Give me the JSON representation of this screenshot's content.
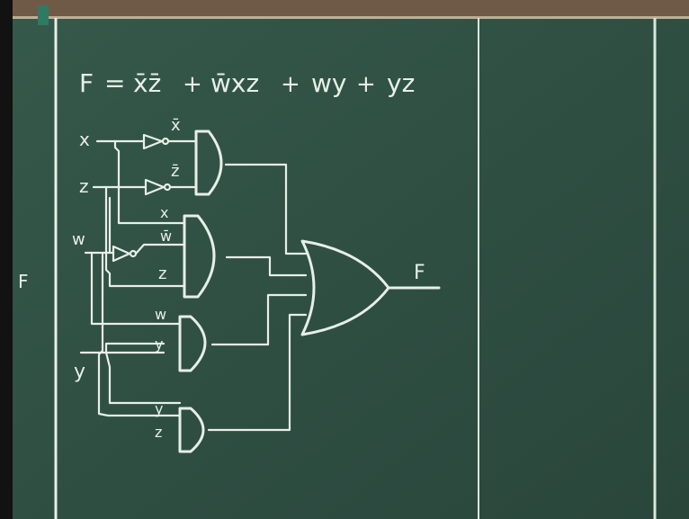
{
  "equation": {
    "lhs": "F",
    "equals": "=",
    "terms": [
      "x̄z̄",
      "w̄xz",
      "wy",
      "yz"
    ],
    "plus": "+"
  },
  "inputs": {
    "x": "x",
    "z": "z",
    "w": "w",
    "y": "y"
  },
  "gate_labels": {
    "and1": [
      "x̄",
      "z̄"
    ],
    "and2": [
      "x",
      "w̄",
      "z"
    ],
    "and3": [
      "w",
      "y"
    ],
    "and4": [
      "y",
      "z"
    ]
  },
  "output_label": "F",
  "margin_label": "F",
  "colors": {
    "board": "#2f4a3f",
    "chalk": "#e7efe6",
    "frame": "#7a5a3f"
  }
}
